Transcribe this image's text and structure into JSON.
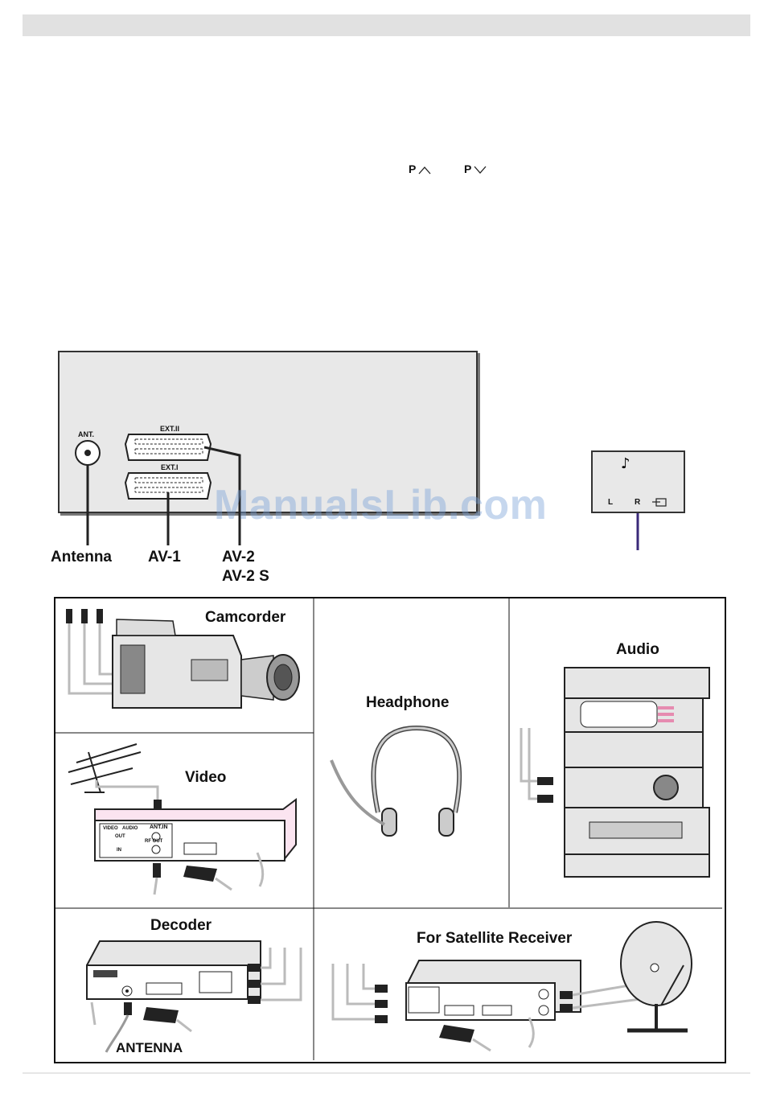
{
  "program_keys": {
    "up_label": "P",
    "down_label": "P"
  },
  "rear_panel": {
    "ant_label": "ANT.",
    "ext2_label": "EXT.II",
    "ext1_label": "EXT.I",
    "callouts": {
      "antenna": "Antenna",
      "av1": "AV-1",
      "av2": "AV-2",
      "av2s": "AV-2 S"
    }
  },
  "side_panel": {
    "left_label": "L",
    "right_label": "R"
  },
  "watermark": "ManualsLib.com",
  "devices": {
    "camcorder": "Camcorder",
    "headphone": "Headphone",
    "audio": "Audio",
    "video": "Video",
    "decoder": "Decoder",
    "satellite": "For Satellite Receiver",
    "antenna_cable": "ANTENNA"
  },
  "vcr_labels": {
    "video": "VIDEO",
    "audio": "AUDIO",
    "out": "OUT",
    "in": "IN",
    "ant_in": "ANT.IN",
    "rf_out": "RF OUT"
  }
}
